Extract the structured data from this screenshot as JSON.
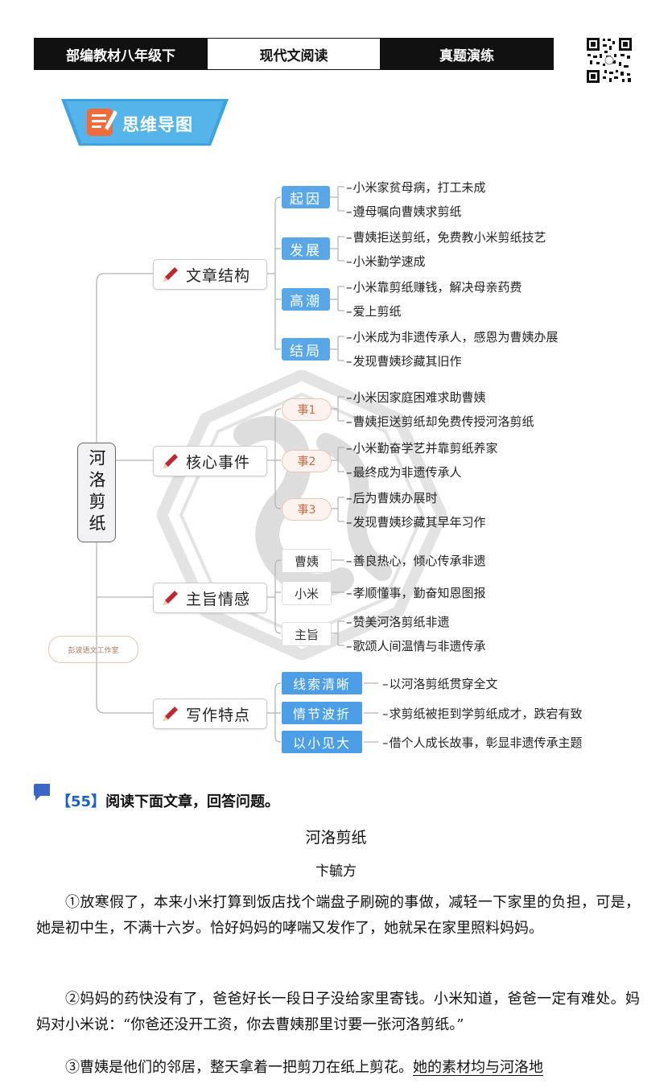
{
  "header": {
    "cells": [
      "部编教材八年级下",
      "现代文阅读",
      "真题演练"
    ]
  },
  "banner": {
    "title": "思维导图"
  },
  "mindmap": {
    "root": "河洛剪纸",
    "sections": [
      {
        "title": "文章结构",
        "groups": [
          {
            "tag": "起因",
            "items": [
              "小米家贫母病，打工未成",
              "遵母嘱向曹姨求剪纸"
            ]
          },
          {
            "tag": "发展",
            "items": [
              "曹姨拒送剪纸，免费教小米剪纸技艺",
              "小米勤学速成"
            ]
          },
          {
            "tag": "高潮",
            "items": [
              "小米靠剪纸赚钱，解决母亲药费",
              "爱上剪纸"
            ]
          },
          {
            "tag": "结局",
            "items": [
              "小米成为非遗传承人，感恩为曹姨办展",
              "发现曹姨珍藏其旧作"
            ]
          }
        ]
      },
      {
        "title": "核心事件",
        "groups": [
          {
            "tag": "事1",
            "items": [
              "小米因家庭困难求助曹姨",
              "曹姨拒送剪纸却免费传授河洛剪纸"
            ]
          },
          {
            "tag": "事2",
            "items": [
              "小米勤奋学艺并靠剪纸养家",
              "最终成为非遗传承人"
            ]
          },
          {
            "tag": "事3",
            "items": [
              "后为曹姨办展时",
              "发现曹姨珍藏其早年习作"
            ]
          }
        ]
      },
      {
        "title": "主旨情感",
        "groups": [
          {
            "tag": "曹姨",
            "items": [
              "善良热心，倾心传承非遗"
            ]
          },
          {
            "tag": "小米",
            "items": [
              "孝顺懂事，勤奋知恩图报"
            ]
          },
          {
            "tag": "主旨",
            "items": [
              "赞美河洛剪纸非遗",
              "歌颂人间温情与非遗传承"
            ]
          }
        ]
      },
      {
        "title": "写作特点",
        "groups": [
          {
            "tag": "线索清晰",
            "items": [
              "以河洛剪纸贯穿全文"
            ]
          },
          {
            "tag": "情节波折",
            "items": [
              "求剪纸被拒到学剪纸成才，跌宕有致"
            ]
          },
          {
            "tag": "以小见大",
            "items": [
              "借个人成长故事，彰显非遗传承主题"
            ]
          }
        ]
      }
    ],
    "studio_label": "彭波语文工作室"
  },
  "question": {
    "number": "【55】",
    "instruction": "阅读下面文章，回答问题。"
  },
  "article": {
    "title": "河洛剪纸",
    "author": "卞毓方",
    "p1": "①放寒假了，本来小米打算到饭店找个端盘子刷碗的事做，减轻一下家里的负担，可是，她是初中生，不满十六岁。恰好妈妈的哮喘又发作了，她就呆在家里照料妈妈。",
    "p2": "②妈妈的药快没有了，爸爸好长一段日子没给家里寄钱。小米知道，爸爸一定有难处。妈妈对小米说：“你爸还没开工资，你去曹姨那里讨要一张河洛剪纸。”",
    "p3_a": "③曹姨是他们的邻居，整天拿着一把剪刀在纸上剪花。",
    "p3_b": "她的素材均与河洛地"
  },
  "colors": {
    "tag_blue": "#5aa7e8",
    "event_tag": "#c86b49",
    "pen_red": "#c0282f",
    "question_number": "#1e62c8"
  }
}
